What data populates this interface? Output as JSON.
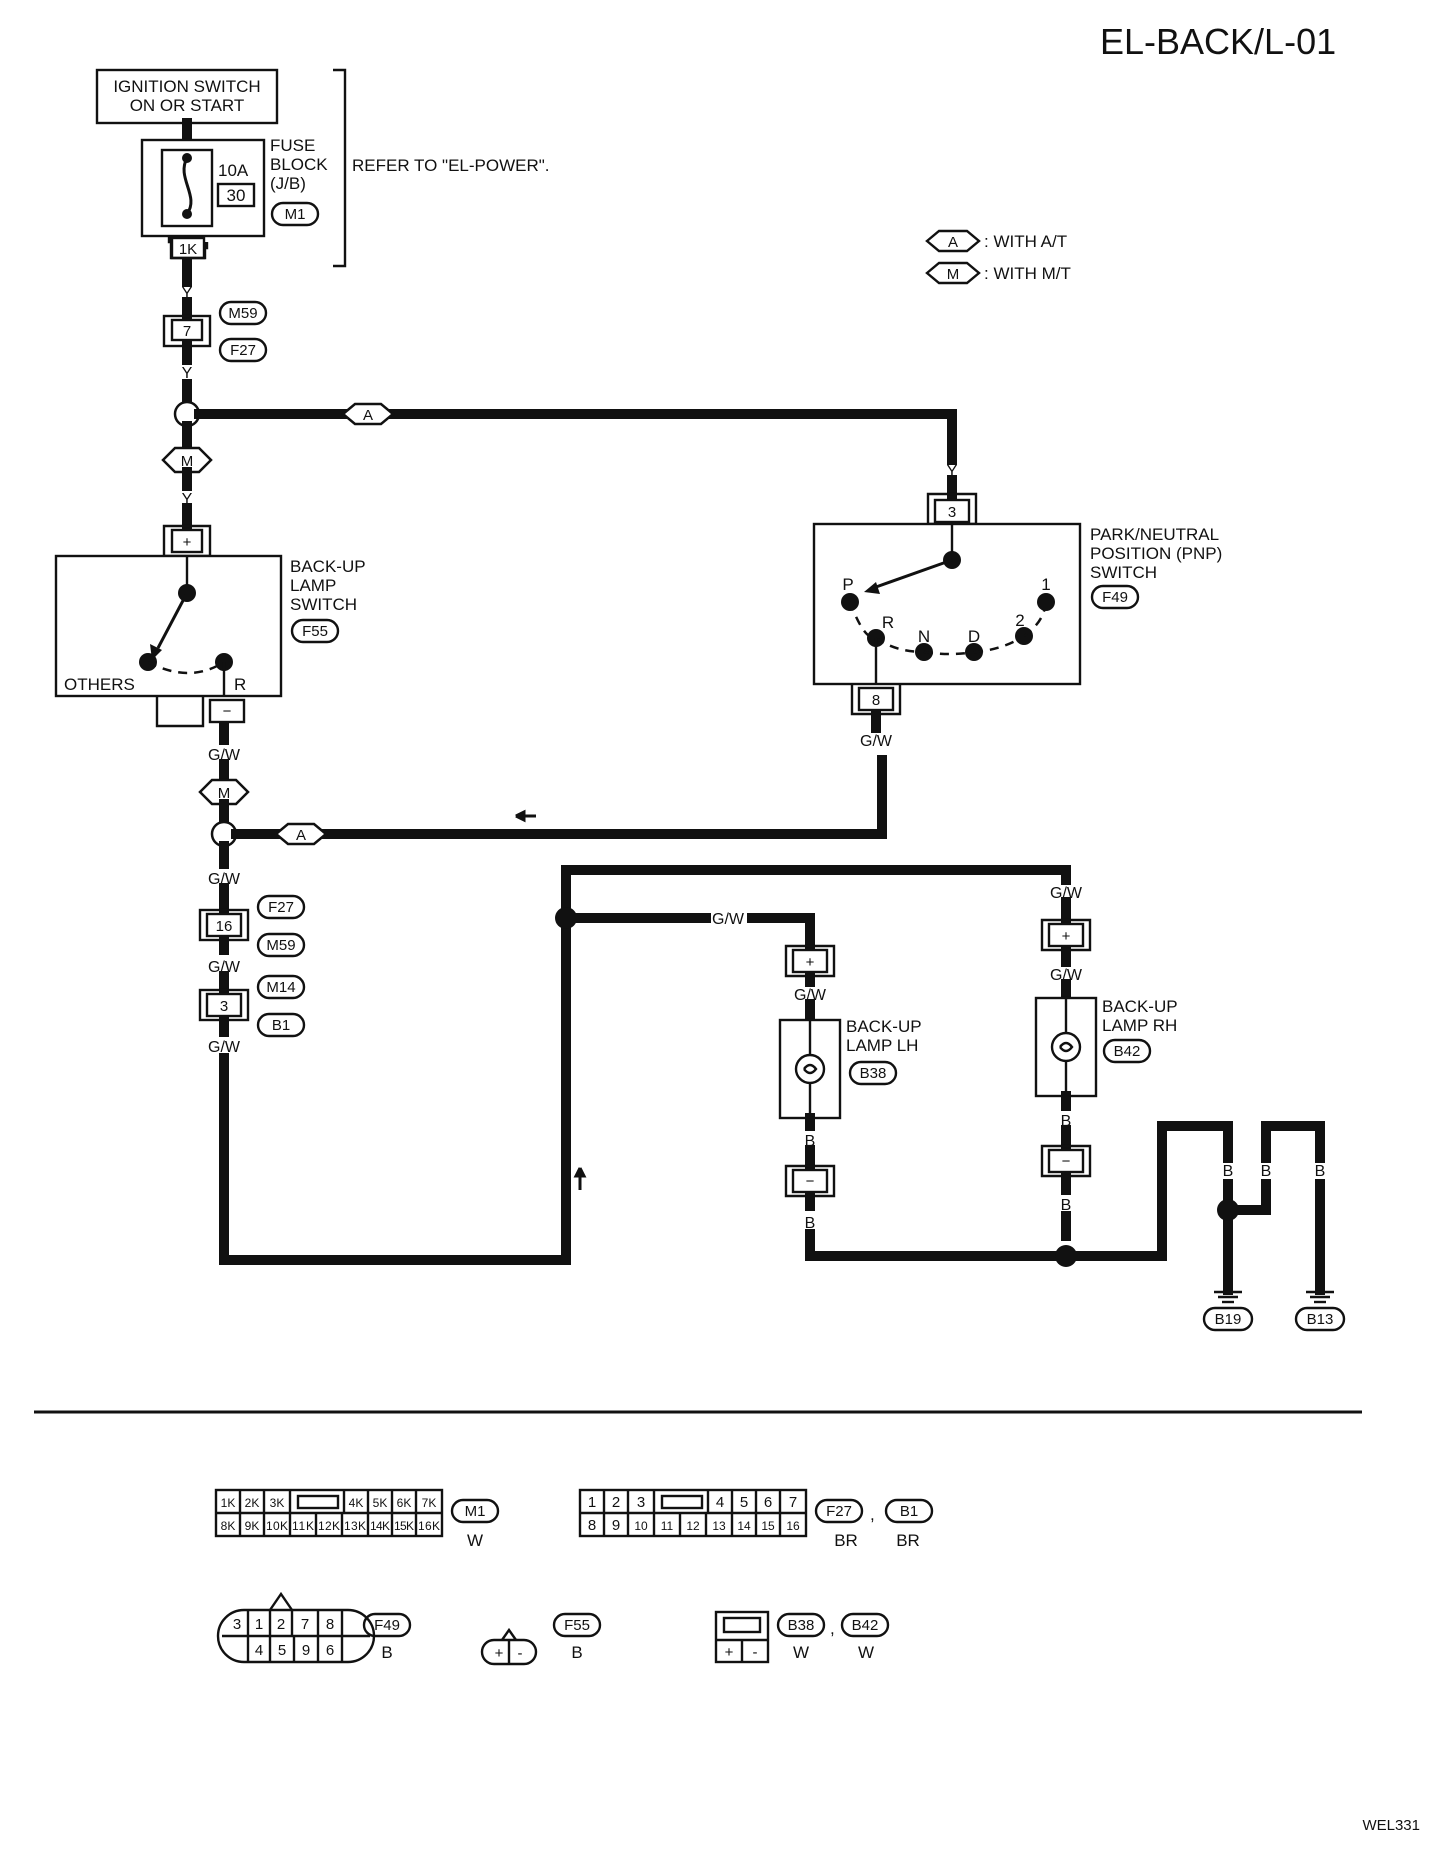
{
  "title": "EL-BACK/L-01",
  "figure_id": "WEL331",
  "power": {
    "ignition": [
      "IGNITION SWITCH",
      "ON OR START"
    ],
    "fuse_amp": "10A",
    "fuse_num": "30",
    "fuse_block": [
      "FUSE",
      "BLOCK",
      "(J/B)"
    ],
    "fuse_conn": "M1",
    "fuse_pin": "1K",
    "refer": "REFER TO \"EL-POWER\"."
  },
  "legend": [
    {
      "tag": "A",
      "text": ": WITH A/T"
    },
    {
      "tag": "M",
      "text": ": WITH M/T"
    }
  ],
  "branch_tags": {
    "at": "A",
    "mt": "M"
  },
  "connectors": {
    "pin7": "7",
    "m59": "M59",
    "f27": "F27",
    "pin16": "16",
    "pin3b": "3",
    "m14": "M14",
    "b1": "B1"
  },
  "wire_colors": {
    "y": "Y",
    "gw": "G/W",
    "b": "B"
  },
  "backup_switch": {
    "lines": [
      "BACK-UP",
      "LAMP",
      "SWITCH"
    ],
    "conn": "F55",
    "others": "OTHERS",
    "r": "R",
    "plus": "+",
    "minus": "−"
  },
  "pnp_switch": {
    "lines": [
      "PARK/NEUTRAL",
      "POSITION (PNP)",
      "SWITCH"
    ],
    "conn": "F49",
    "pin_in": "3",
    "pin_out": "8",
    "positions": [
      "P",
      "R",
      "N",
      "D",
      "2",
      "1"
    ]
  },
  "lamp_lh": {
    "lines": [
      "BACK-UP",
      "LAMP LH"
    ],
    "conn": "B38",
    "plus": "+",
    "minus": "−"
  },
  "lamp_rh": {
    "lines": [
      "BACK-UP",
      "LAMP RH"
    ],
    "conn": "B42",
    "plus": "+",
    "minus": "−"
  },
  "grounds": [
    "B19",
    "B13"
  ],
  "conn_views": {
    "m1": {
      "top": [
        "1K",
        "2K",
        "3K",
        "",
        "4K",
        "5K",
        "6K",
        "7K"
      ],
      "bottom": [
        "8K",
        "9K",
        "10K",
        "11K",
        "12K",
        "13K",
        "14K",
        "15K",
        "16K"
      ],
      "name": "M1",
      "color": "W"
    },
    "f27b1": {
      "top": [
        "1",
        "2",
        "3",
        "",
        "4",
        "5",
        "6",
        "7"
      ],
      "bottom": [
        "8",
        "9",
        "10",
        "11",
        "12",
        "13",
        "14",
        "15",
        "16"
      ],
      "names": [
        "F27",
        "B1"
      ],
      "colors": [
        "BR",
        "BR"
      ],
      "sep": ","
    },
    "f49": {
      "top": [
        "3",
        "1",
        "2",
        "7",
        "8"
      ],
      "bottom": [
        "4",
        "5",
        "9",
        "6"
      ],
      "name": "F49",
      "color": "B"
    },
    "f55": {
      "pins": [
        "+",
        "-"
      ],
      "name": "F55",
      "color": "B"
    },
    "b38b42": {
      "pins": [
        "+",
        "-"
      ],
      "names": [
        "B38",
        "B42"
      ],
      "colors": [
        "W",
        "W"
      ],
      "sep": ","
    }
  }
}
